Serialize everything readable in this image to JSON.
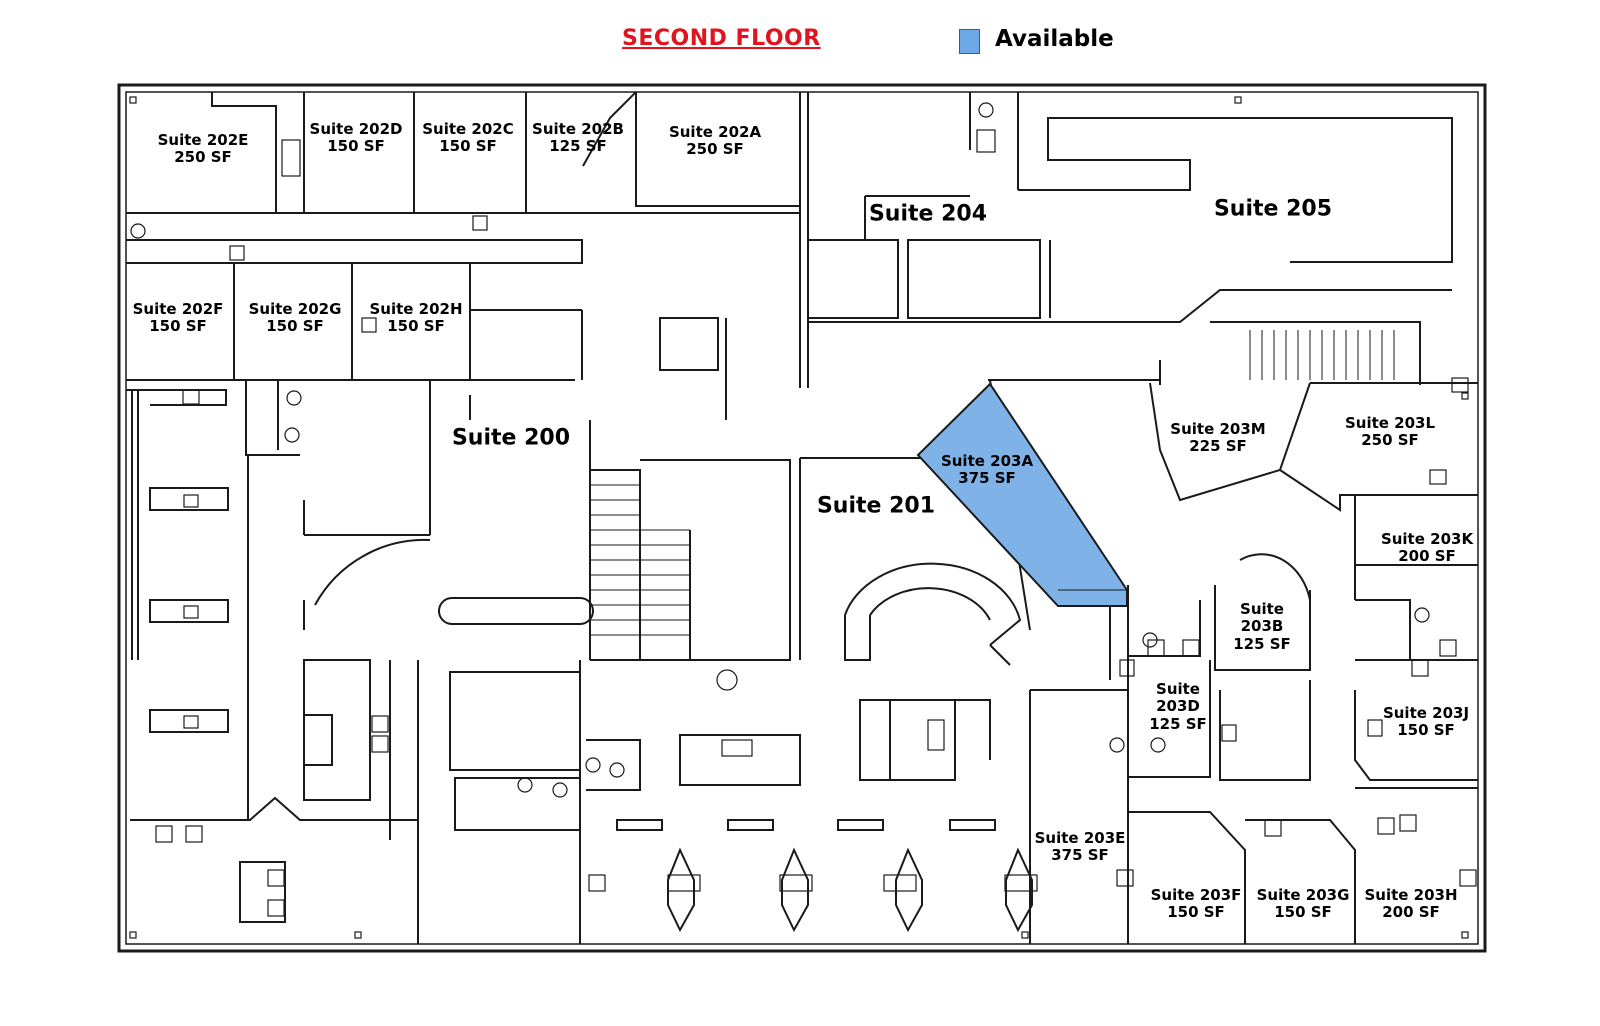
{
  "header": {
    "title": "SECOND FLOOR",
    "legend_label": "Available",
    "legend_color": "#6ea8e6"
  },
  "suites": {
    "s202e": {
      "name": "Suite 202E",
      "area": "250 SF"
    },
    "s202d": {
      "name": "Suite 202D",
      "area": "150 SF"
    },
    "s202c": {
      "name": "Suite 202C",
      "area": "150 SF"
    },
    "s202b": {
      "name": "Suite 202B",
      "area": "125 SF"
    },
    "s202a": {
      "name": "Suite 202A",
      "area": "250 SF"
    },
    "s204": {
      "name": "Suite 204"
    },
    "s205": {
      "name": "Suite 205"
    },
    "s202f": {
      "name": "Suite 202F",
      "area": "150 SF"
    },
    "s202g": {
      "name": "Suite 202G",
      "area": "150 SF"
    },
    "s202h": {
      "name": "Suite 202H",
      "area": "150 SF"
    },
    "s200": {
      "name": "Suite 200"
    },
    "s201": {
      "name": "Suite 201"
    },
    "s203a": {
      "name": "Suite 203A",
      "area": "375 SF",
      "available": true
    },
    "s203m": {
      "name": "Suite 203M",
      "area": "225 SF"
    },
    "s203l": {
      "name": "Suite 203L",
      "area": "250 SF"
    },
    "s203k": {
      "name": "Suite 203K",
      "area": "200 SF"
    },
    "s203b": {
      "name_line1": "Suite",
      "name_line2": "203B",
      "area": "125 SF"
    },
    "s203d": {
      "name_line1": "Suite",
      "name_line2": "203D",
      "area": "125 SF"
    },
    "s203j": {
      "name": "Suite 203J",
      "area": "150 SF"
    },
    "s203e": {
      "name": "Suite 203E",
      "area": "375 SF"
    },
    "s203f": {
      "name": "Suite 203F",
      "area": "150 SF"
    },
    "s203g": {
      "name": "Suite 203G",
      "area": "150 SF"
    },
    "s203h": {
      "name": "Suite 203H",
      "area": "200 SF"
    }
  }
}
